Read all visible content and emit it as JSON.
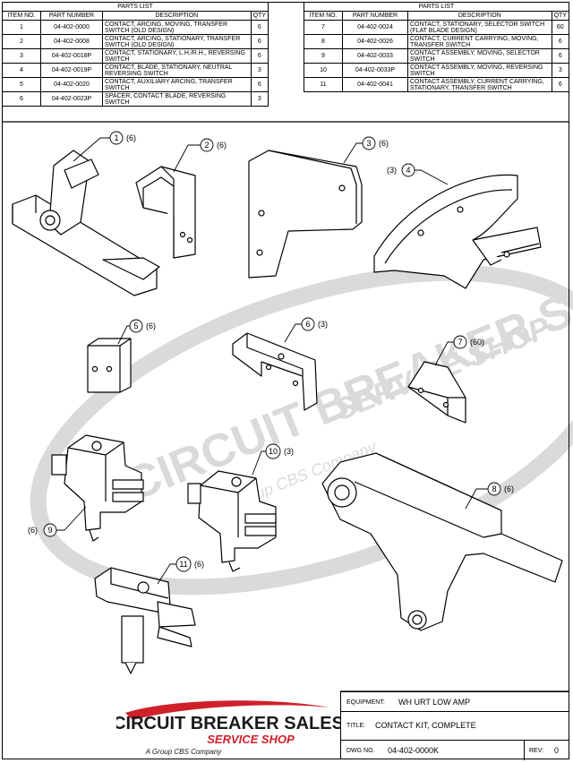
{
  "parts_list_left": {
    "title": "PARTS LIST",
    "headers": [
      "ITEM NO.",
      "PART NUMBER",
      "DESCRIPTION",
      "QTY"
    ],
    "rows": [
      {
        "item": "1",
        "part": "04-402-0000",
        "desc": "CONTACT, ARCING, MOVING, TRANSFER SWITCH (OLD DESIGN)",
        "qty": "6"
      },
      {
        "item": "2",
        "part": "04-402-0008",
        "desc": "CONTACT, ARCING, STATIONARY, TRANSFER SWITCH (OLD DESIGN)",
        "qty": "6"
      },
      {
        "item": "3",
        "part": "04-402-0018P",
        "desc": "CONTACT, STATIONARY, L.H./R.H., REVERSING SWITCH",
        "qty": "6"
      },
      {
        "item": "4",
        "part": "04-402-0019P",
        "desc": "CONTACT, BLADE, STATIONARY, NEUTRAL REVERSING SWITCH",
        "qty": "3"
      },
      {
        "item": "5",
        "part": "04-402-0020",
        "desc": "CONTACT, AUXILIARY ARCING, TRANSFER SWITCH",
        "qty": "6"
      },
      {
        "item": "6",
        "part": "04-402-0023P",
        "desc": "SPACER, CONTACT BLADE, REVERSING SWITCH",
        "qty": "3"
      }
    ]
  },
  "parts_list_right": {
    "title": "PARTS LIST",
    "headers": [
      "ITEM NO.",
      "PART NUMBER",
      "DESCRIPTION",
      "QTY"
    ],
    "rows": [
      {
        "item": "7",
        "part": "04-402-0024",
        "desc": "CONTACT, STATIONARY, SELECTOR SWITCH (FLAT BLADE DESIGN)",
        "qty": "60"
      },
      {
        "item": "8",
        "part": "04-402-0026",
        "desc": "CONTACT, CURRENT CARRYING, MOVING, TRANSFER SWITCH",
        "qty": "6"
      },
      {
        "item": "9",
        "part": "04-402-0033",
        "desc": "CONTACT ASSEMBLY, MOVING, SELECTOR SWITCH",
        "qty": "6"
      },
      {
        "item": "10",
        "part": "04-402-0033P",
        "desc": "CONTACT ASSEMBLY, MOVING, REVERSING SWITCH",
        "qty": "3"
      },
      {
        "item": "11",
        "part": "04-402-0041",
        "desc": "CONTACT ASSEMBLY, CURRENT CARRYING, STATIONARY, TRANSFER SWITCH",
        "qty": "6"
      }
    ]
  },
  "callouts": [
    {
      "num": "1",
      "qty": "(6)"
    },
    {
      "num": "2",
      "qty": "(6)"
    },
    {
      "num": "3",
      "qty": "(6)"
    },
    {
      "num": "4",
      "qty": "(3)"
    },
    {
      "num": "5",
      "qty": "(6)"
    },
    {
      "num": "6",
      "qty": "(3)"
    },
    {
      "num": "7",
      "qty": "(60)"
    },
    {
      "num": "8",
      "qty": "(6)"
    },
    {
      "num": "9",
      "qty": "(6)"
    },
    {
      "num": "10",
      "qty": "(3)"
    },
    {
      "num": "11",
      "qty": "(6)"
    }
  ],
  "watermark": {
    "line1": "CIRCUIT BREAKER SALES",
    "line2": "SERVICE SHOP",
    "line3": "A Group CBS Company"
  },
  "logo": {
    "name": "CIRCUIT BREAKER SALES",
    "sub": "SERVICE SHOP",
    "tagline": "A Group CBS Company",
    "red": "#d0202a",
    "dark": "#1a1a1a"
  },
  "title_block": {
    "equipment_label": "EQUIPMENT:",
    "equipment_value": "WH URT LOW AMP",
    "title_label": "TITLE:",
    "title_value": "CONTACT KIT, COMPLETE",
    "dwg_label": "DWG NO.",
    "dwg_value": "04-402-0000K",
    "rev_label": "REV:",
    "rev_value": "0"
  }
}
